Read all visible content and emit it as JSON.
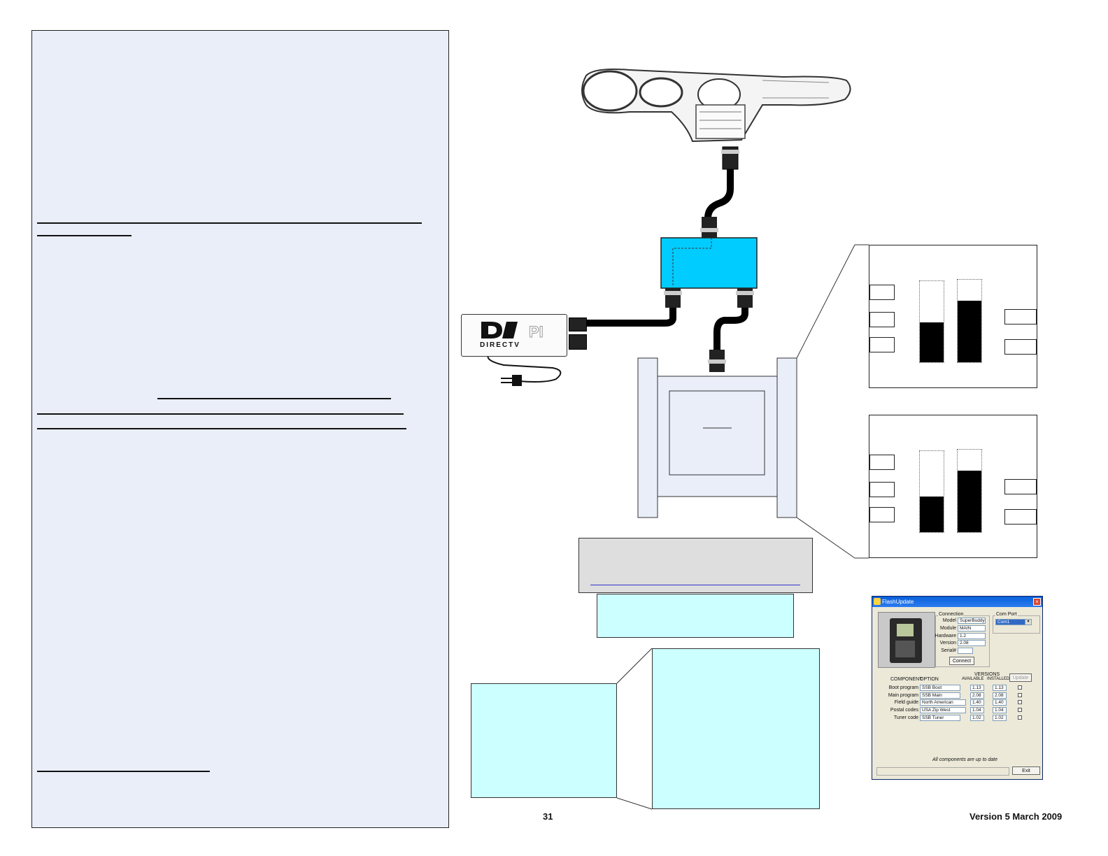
{
  "footer": {
    "page_number": "31",
    "version": "Version 5 March 2009"
  },
  "device": {
    "brand": "DIRECTV",
    "badge": "PI"
  },
  "flash_update": {
    "title": "FlashUpdate",
    "connection_group": "Connection",
    "com_port_group": "Com Port",
    "com_port_value": "Com1",
    "model_label": "Model",
    "model_value": "SuperBuddy",
    "module_label": "Module",
    "module_value": "MAIN",
    "hardware_label": "Hardware",
    "hardware_value": "1.2",
    "version_label": "Version",
    "version_value": "2.08",
    "serial_label": "Serial#",
    "serial_value": "",
    "connect_button": "Connect",
    "versions_label": "VERSIONS",
    "update_button": "Update",
    "col_component": "COMPONENT",
    "col_option": "OPTION",
    "col_available": "AVAILABLE",
    "col_installed": "INSTALLED",
    "rows": [
      {
        "component": "Boot program",
        "option": "SSB Boot",
        "available": "1.13",
        "installed": "1.13"
      },
      {
        "component": "Main program",
        "option": "SSB Main",
        "available": "2.08",
        "installed": "2.08"
      },
      {
        "component": "Field guide",
        "option": "North American",
        "available": "1.40",
        "installed": "1.40"
      },
      {
        "component": "Postal codes",
        "option": "USA Zip West",
        "available": "1.04",
        "installed": "1.04"
      },
      {
        "component": "Tuner code",
        "option": "SSB Tuner",
        "available": "1.02",
        "installed": "1.02"
      }
    ],
    "status": "All components are up to date",
    "exit_button": "Exit"
  },
  "gauges": [
    {
      "bar_levels": [
        0.49,
        0.75
      ]
    },
    {
      "bar_levels": [
        0.44,
        0.75
      ]
    }
  ],
  "colors": {
    "panel": "#e9eef8",
    "splitter": "#00ccff",
    "callout": "#ccffff",
    "link": "#3333cc"
  }
}
